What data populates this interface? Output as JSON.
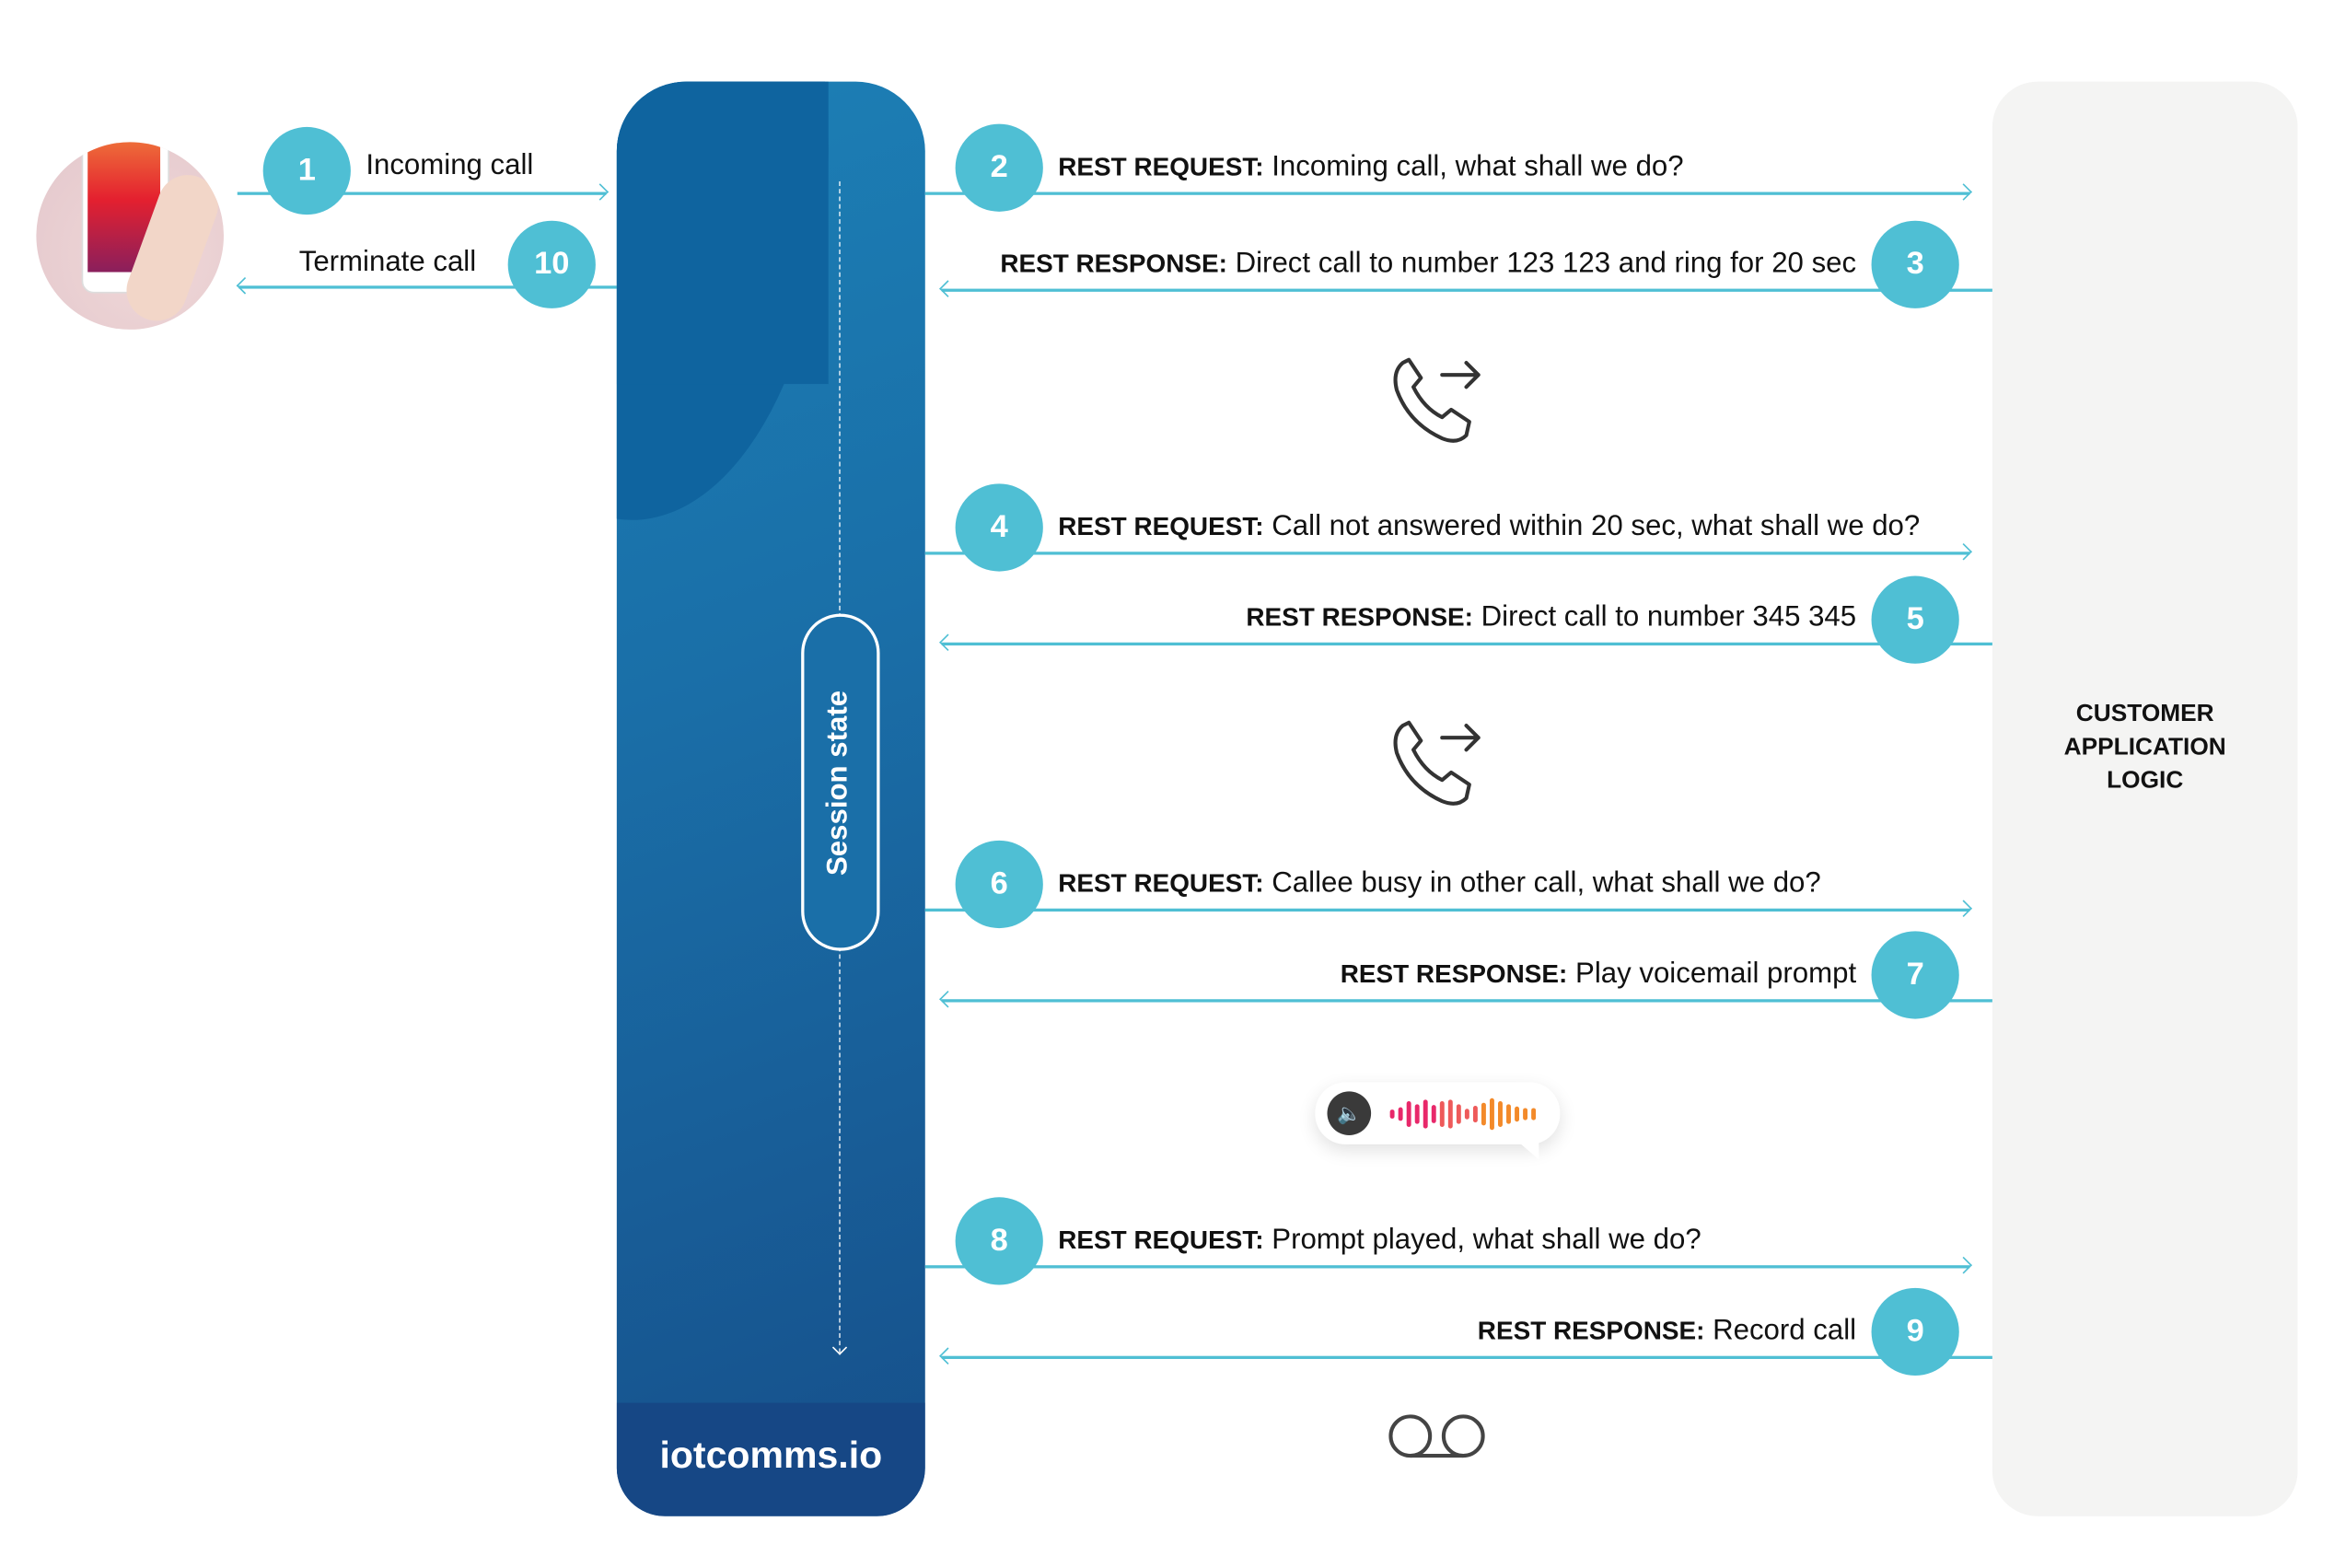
{
  "client": {
    "incoming": {
      "step": "1",
      "label": "Incoming call"
    },
    "terminate": {
      "step": "10",
      "label": "Terminate call"
    }
  },
  "platform": {
    "session_label": "Session state",
    "logo": "iotcomms.io"
  },
  "customer": {
    "title_lines": [
      "CUSTOMER",
      "APPLICATION",
      "LOGIC"
    ]
  },
  "requests": [
    {
      "step": "2",
      "prefix": "REST REQUEST:",
      "text": " Incoming call, what shall we do?"
    },
    {
      "step": "4",
      "prefix": "REST REQUEST:",
      "text": " Call not answered within 20 sec, what shall we do?"
    },
    {
      "step": "6",
      "prefix": "REST REQUEST:",
      "text": " Callee busy in other call, what shall we do?"
    },
    {
      "step": "8",
      "prefix": "REST REQUEST:",
      "text": " Prompt played, what shall we do?"
    }
  ],
  "responses": [
    {
      "step": "3",
      "prefix": "REST RESPONSE:",
      "text": " Direct call to number 123 123 and ring for 20 sec"
    },
    {
      "step": "5",
      "prefix": "REST RESPONSE:",
      "text": " Direct call to number 345 345"
    },
    {
      "step": "7",
      "prefix": "REST RESPONSE:",
      "text": " Play voicemail prompt"
    },
    {
      "step": "9",
      "prefix": "REST RESPONSE:",
      "text": " Record call"
    }
  ],
  "colors": {
    "accent": "#4fbfd4",
    "platform": "#1a6fa8",
    "customer_bg": "#f4f4f3"
  }
}
